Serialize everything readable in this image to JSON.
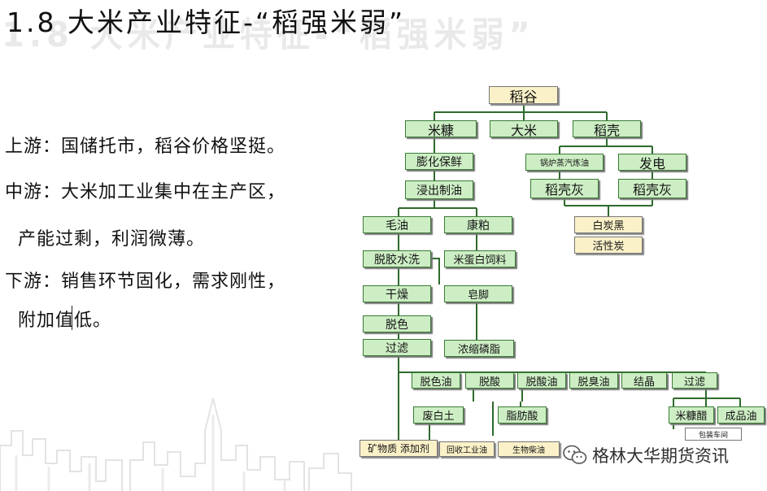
{
  "title": "1.8 大米产业特征-“稻强米弱”",
  "bullets": [
    "上游：国储托市，稻谷价格坚挺。",
    "中游：大米加工业集中在主产区，",
    "  产能过剩，利润微薄。",
    "下游：销售环节固化，需求刚性，",
    "  附加值低。"
  ],
  "nodes": {
    "rice": "稻谷",
    "bran": "米糠",
    "milled_rice": "大米",
    "husk": "稻壳",
    "puffed": "膨化保鲜",
    "extraction": "浸出制油",
    "boiler": "锅炉蒸汽炼油",
    "power": "发电",
    "husk_ash_1": "稻壳灰",
    "husk_ash_2": "稻壳灰",
    "carbon_black": "白炭黑",
    "activated_carbon": "活性炭",
    "crude_oil": "毛油",
    "meal": "康粕",
    "degum": "脱胶水洗",
    "protein_feed": "米蛋白饲料",
    "dry": "干燥",
    "soapstock": "皂脚",
    "decolor": "脱色",
    "filter_1": "过滤",
    "phospholipid": "浓缩磷脂",
    "decolor_oil": "脱色油",
    "deacid": "脱酸",
    "deacid_oil": "脱酸油",
    "deodor_oil": "脱臭油",
    "crystal": "结晶",
    "filter_2": "过滤",
    "clay": "废白土",
    "fatty_acid": "脂肪酸",
    "wax": "米糠醋",
    "finished_oil": "成品油",
    "packaging": "包装车间",
    "mineral": "矿物质 添加剂",
    "recycled": "回收工业油",
    "biodiesel": "生物柴油"
  },
  "brand": {
    "icon": "wechat-icon",
    "name": "格林大华期货资讯"
  },
  "colors": {
    "node_fill": "#cdeec4",
    "node_border": "#3a7a35",
    "connector": "#2e6b2c",
    "yellow_fill": "#fbf1c8"
  }
}
